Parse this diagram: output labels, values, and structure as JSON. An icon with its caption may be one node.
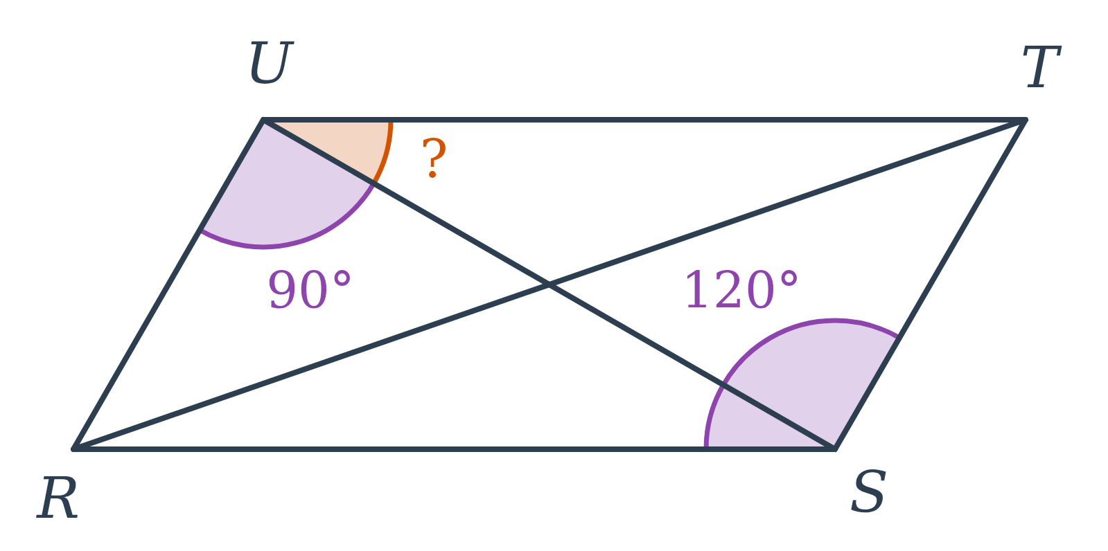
{
  "diagram": {
    "labels": [
      "U",
      "T",
      "?",
      "90°",
      "120°",
      "R",
      "S"
    ]
  }
}
